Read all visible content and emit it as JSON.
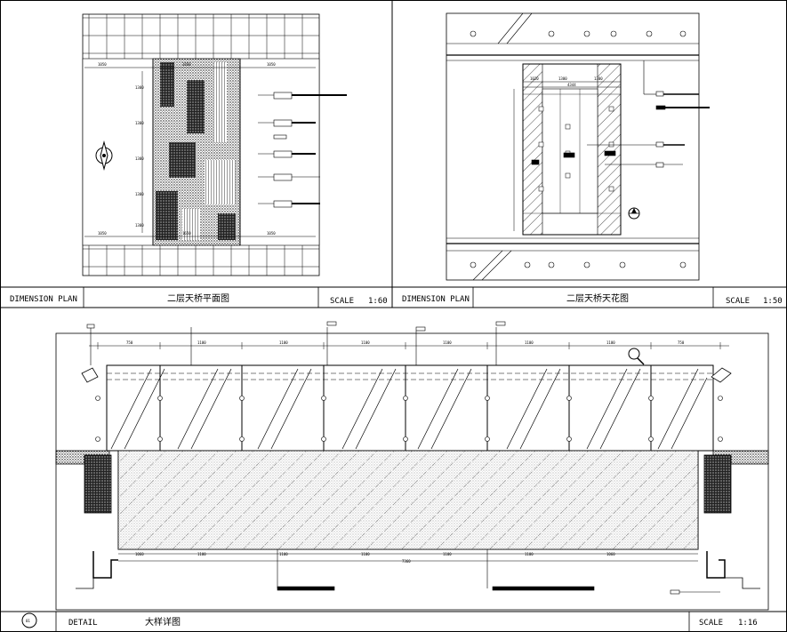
{
  "panels": {
    "plan": {
      "kind": "DIMENSION PLAN",
      "title": "二层天桥平面图",
      "scale_label": "SCALE",
      "scale_value": "1:60"
    },
    "ceiling": {
      "kind": "DIMENSION PLAN",
      "title": "二层天桥天花图",
      "scale_label": "SCALE",
      "scale_value": "1:50"
    },
    "detail": {
      "number": "01",
      "kind": "DETAIL",
      "title": "大样详图",
      "scale_label": "SCALE",
      "scale_value": "1:16"
    }
  },
  "plan_dims": {
    "top": [
      "1050",
      "1650",
      "1050"
    ],
    "bottom": [
      "1050",
      "1650",
      "1050"
    ],
    "left": [
      "1300",
      "1300",
      "1300",
      "1300",
      "1300"
    ]
  },
  "ceiling_dims": {
    "top": [
      "1020",
      "1300",
      "1300"
    ],
    "mid": "4344"
  },
  "detail_dims": {
    "top": [
      "750",
      "1100",
      "1100",
      "1100",
      "1100",
      "1100",
      "1100",
      "750"
    ],
    "bottom": [
      "1060",
      "1100",
      "1100",
      "1100",
      "1100",
      "1100",
      "1060"
    ],
    "total": "7360"
  },
  "icons": [
    "magnifier-icon",
    "north-arrow-icon",
    "section-marker-icon",
    "spotlight-icon"
  ],
  "colors": {
    "line": "#000000",
    "paper": "#ffffff"
  }
}
